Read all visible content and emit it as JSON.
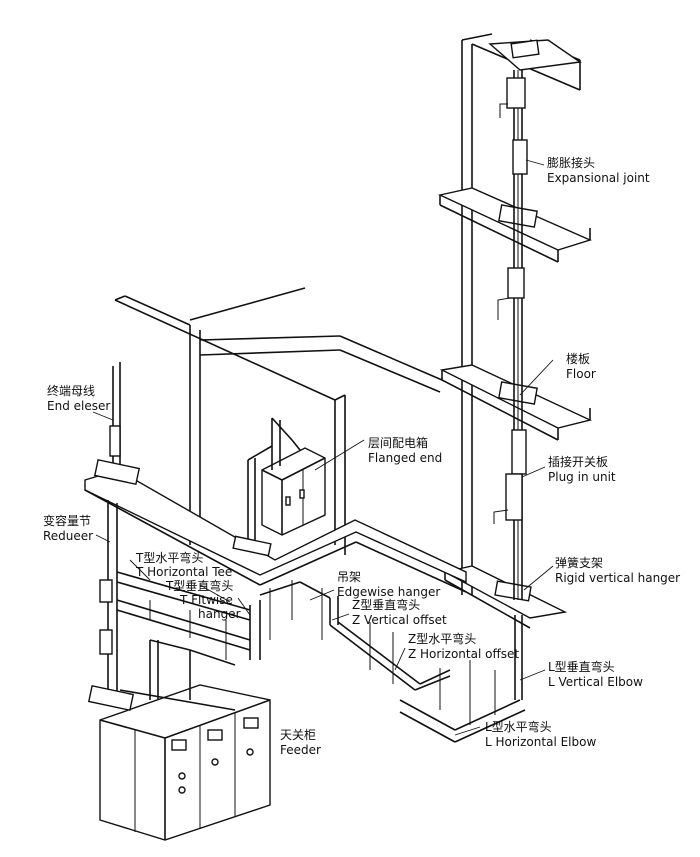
{
  "labels": {
    "expansion_joint": {
      "zh": "膨胀接头",
      "en": "Expansional joint"
    },
    "floor": {
      "zh": "楼板",
      "en": "Floor"
    },
    "plug_in_unit": {
      "zh": "插接开关板",
      "en": "Plug in unit"
    },
    "rigid_vertical_hanger": {
      "zh": "弹簧支架",
      "en": "Rigid vertical hanger"
    },
    "flanged_end": {
      "zh": "层间配电箱",
      "en": "Flanged end"
    },
    "end_closer": {
      "zh": "终端母线",
      "en": "End eleser"
    },
    "reducer": {
      "zh": "变容量节",
      "en": "Redueer"
    },
    "horizontal_tee": {
      "zh": "T型水平弯头",
      "en": "T Horizontal Tee"
    },
    "flatwise_hanger": {
      "zh": "T型垂直弯头",
      "en1": "T Fltwise",
      "en2": "hanger"
    },
    "edgewise_hanger": {
      "zh": "吊架",
      "en": "Edgewise hanger"
    },
    "vertical_offset": {
      "zh": "Z型垂直弯头",
      "en": "Z Vertical offset"
    },
    "horizontal_offset": {
      "zh": "Z型水平弯头",
      "en": "Z Horizontal offset"
    },
    "vertical_elbow": {
      "zh": "L型垂直弯头",
      "en": "L Vertical Elbow"
    },
    "horizontal_elbow": {
      "zh": "L型水平弯头",
      "en": "L Horizontal Elbow"
    },
    "feeder": {
      "zh": "天关柜",
      "en": "Feeder"
    }
  }
}
